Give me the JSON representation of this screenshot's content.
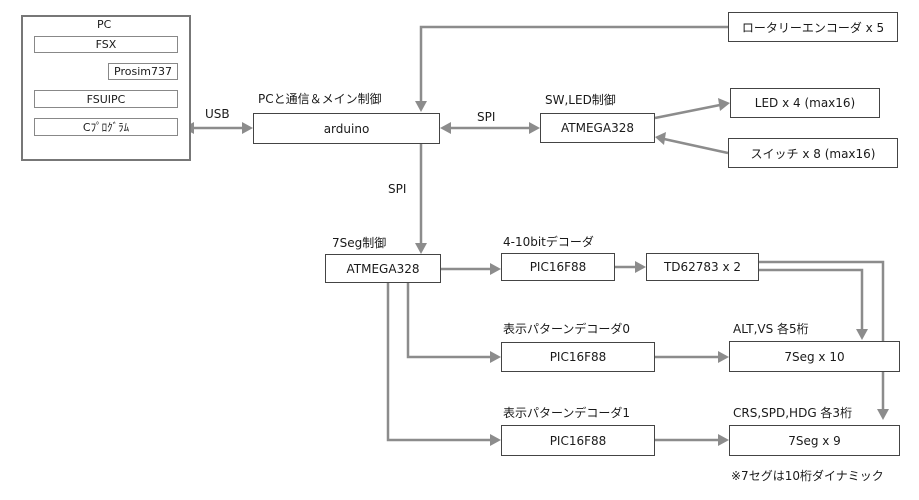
{
  "pc": {
    "title": "PC",
    "fsx": "FSX",
    "prosim": "Prosim737",
    "fsuipc": "FSUIPC",
    "cprogram": "Cﾌﾟﾛｸﾞﾗﾑ"
  },
  "links": {
    "usb": "USB",
    "spi_horizontal": "SPI",
    "spi_vertical": "SPI"
  },
  "arduino": {
    "title": "PCと通信＆メイン制御",
    "label": "arduino"
  },
  "sw_led": {
    "title": "SW,LED制御",
    "label": "ATMEGA328"
  },
  "rotary": {
    "label": "ロータリーエンコーダ x 5"
  },
  "led": {
    "label": "LED x 4 (max16)"
  },
  "switch": {
    "label": "スイッチ x 8 (max16)"
  },
  "seg_ctrl": {
    "title": "7Seg制御",
    "label": "ATMEGA328"
  },
  "decoder_4_10": {
    "title": "4-10bitデコーダ",
    "label": "PIC16F88"
  },
  "td62783": {
    "label": "TD62783 x 2"
  },
  "pattern0": {
    "title": "表示パターンデコーダ0",
    "label": "PIC16F88"
  },
  "seg10": {
    "title": "ALT,VS 各5桁",
    "label": "7Seg x 10"
  },
  "pattern1": {
    "title": "表示パターンデコーダ1",
    "label": "PIC16F88"
  },
  "seg9": {
    "title": "CRS,SPD,HDG 各3桁",
    "label": "7Seg x 9"
  },
  "note": "※7セグは10桁ダイナミック"
}
